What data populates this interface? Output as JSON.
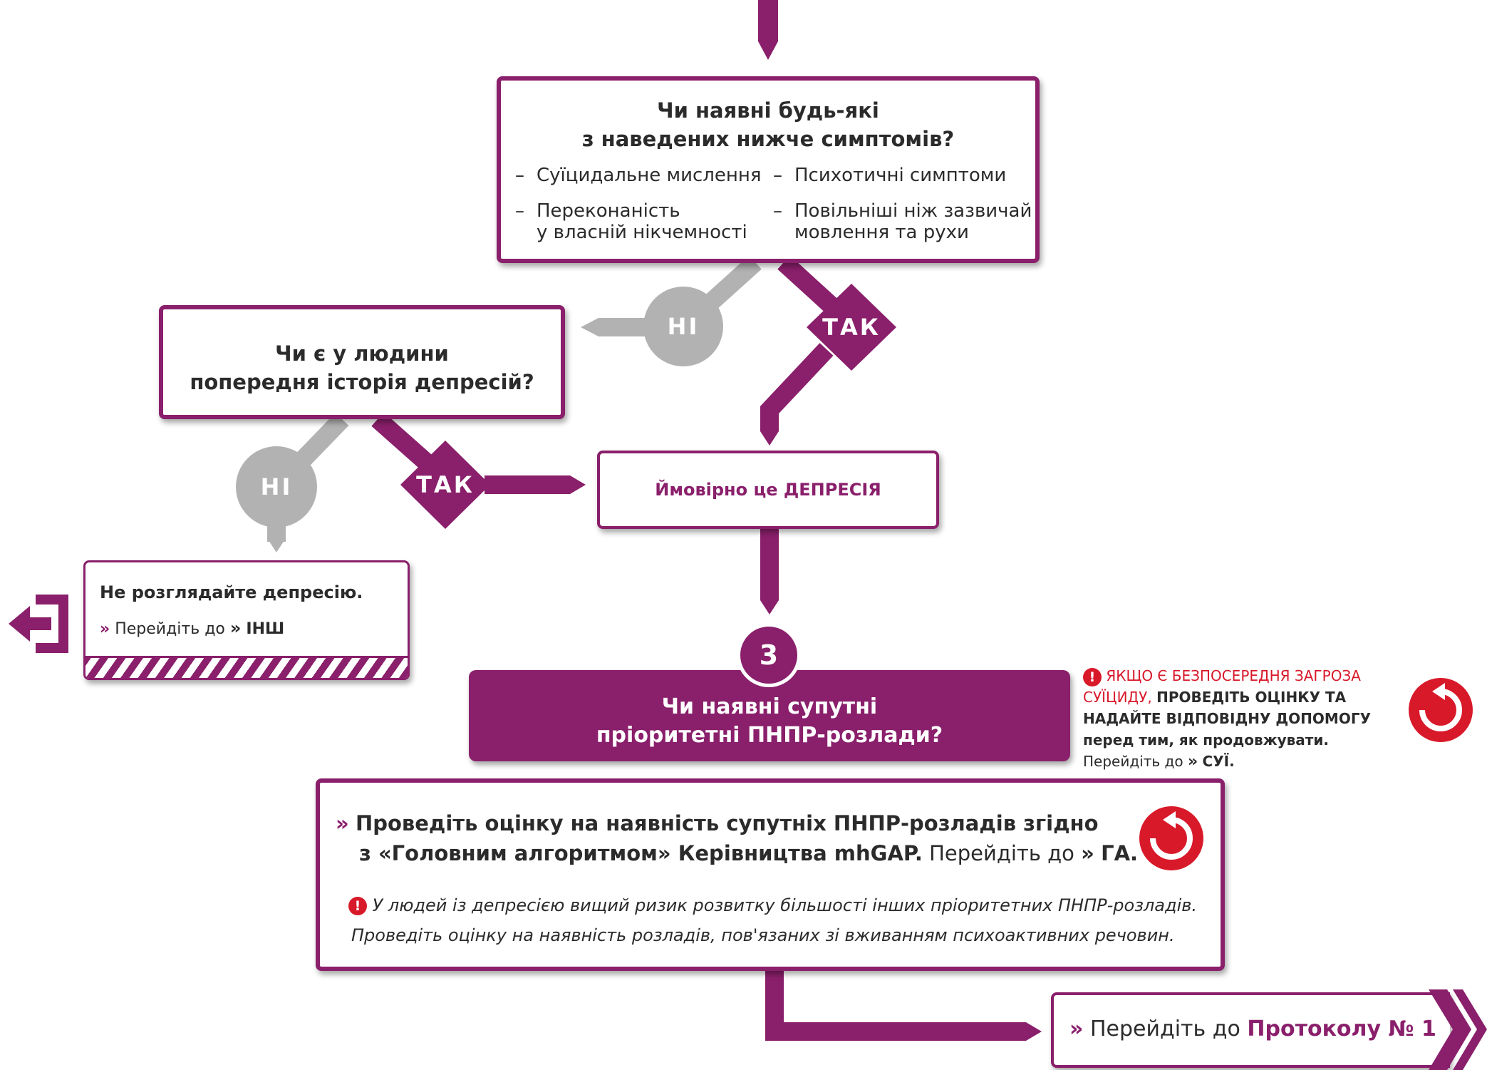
{
  "colors": {
    "primary": "#8a1f6b",
    "grey": "#b2b2b3",
    "alert": "#d8192a"
  },
  "q1": {
    "title": "Чи наявні будь-які з наведених нижче симптомів?",
    "title_line1": "Чи наявні будь-які",
    "title_line2": "з наведених нижче симптомів?",
    "symptoms": [
      {
        "line1": "Суїцидальне мислення",
        "line2": ""
      },
      {
        "line1": "Психотичні симптоми",
        "line2": ""
      },
      {
        "line1": "Переконаність",
        "line2": "у власній нікчемності"
      },
      {
        "line1": "Повільніші ніж зазвичай",
        "line2": "мовлення та рухи"
      }
    ],
    "dash": "–"
  },
  "labels": {
    "no": "НІ",
    "yes": "ТАК"
  },
  "q2": {
    "line1": "Чи є у людини",
    "line2": "попередня історія депресій?"
  },
  "probable": "Ймовірно це ДЕПРЕСІЯ",
  "not_consider": {
    "title": "Не розглядайте депресію.",
    "goto": "Перейдіть до",
    "target": "ІНШ",
    "exit_icon": "exit-arrow-icon"
  },
  "step3": {
    "number": "3",
    "line1": "Чи наявні супутні",
    "line2": "пріоритетні ПНПР-розлади?"
  },
  "suicide_alert": {
    "line1_red": "ЯКЩО Є БЕЗПОСЕРЕДНЯ ЗАГРОЗА",
    "line2_red": "СУЇЦИДУ,",
    "line2_bold": "ПРОВЕДІТЬ ОЦІНКУ ТА",
    "line3": "НАДАЙТЕ ВІДПОВІДНУ ДОПОМОГУ",
    "line4": "перед тим, як продовжувати.",
    "goto": "Перейдіть до",
    "target": "СУЇ.",
    "icon": "return-icon"
  },
  "assess": {
    "line1": "Проведіть оцінку на наявність супутніх ПНПР-розладів згідно",
    "line2_bold": "з «Головним алгоритмом» Керівництва mhGAP.",
    "goto": "Перейдіть до",
    "target": "ГА.",
    "note_line1": "У людей із депресією вищий ризик розвитку більшості інших пріоритетних ПНПР-розладів.",
    "note_line2": "Проведіть оцінку на наявність розладів, пов'язаних зі вживанням психоактивних речовин."
  },
  "protocol": {
    "goto": "Перейдіть до",
    "target": "Протоколу № 1"
  }
}
